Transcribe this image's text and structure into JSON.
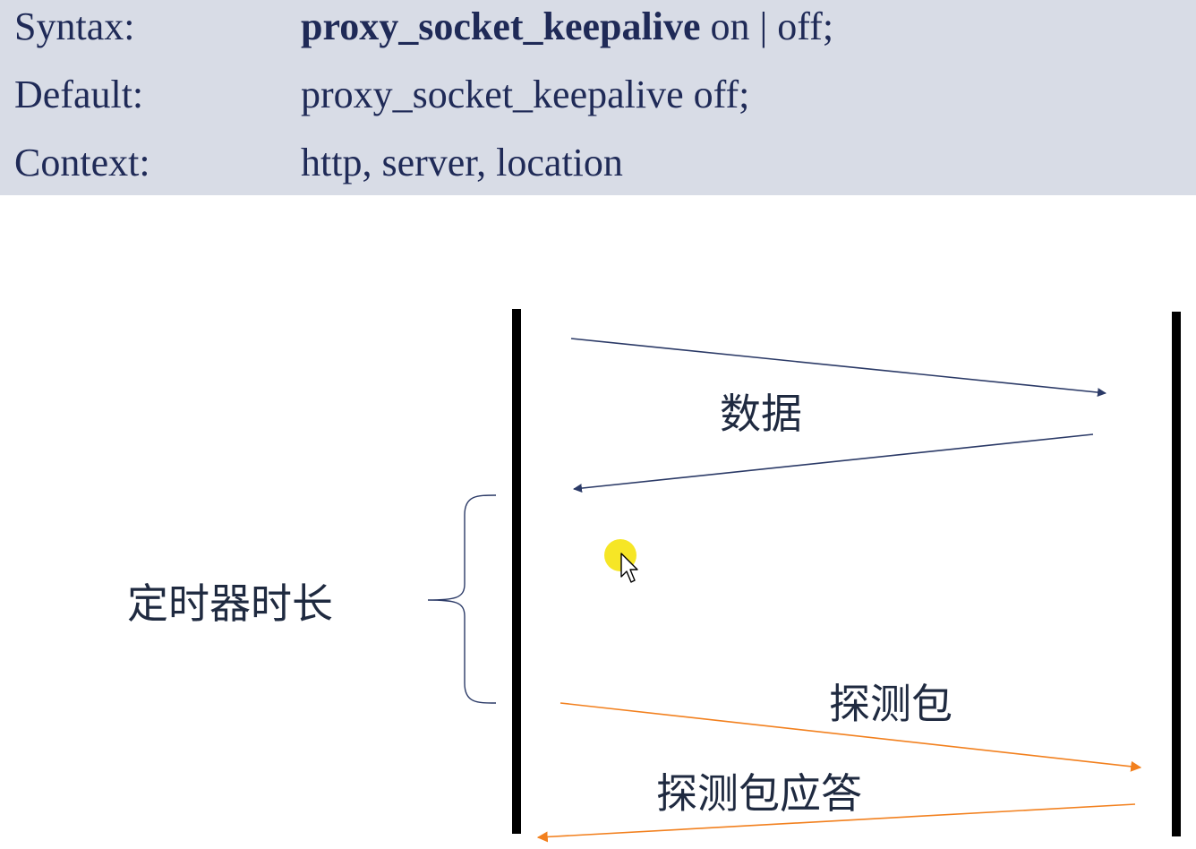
{
  "directive": {
    "syntax": {
      "label": "Syntax:",
      "name": "proxy_socket_keepalive",
      "args": " on | off;"
    },
    "default": {
      "label": "Default:",
      "value": "proxy_socket_keepalive off;"
    },
    "context": {
      "label": "Context:",
      "value": "http, server, location"
    }
  },
  "diagram": {
    "labels": {
      "data": "数据",
      "timer_duration": "定时器时长",
      "probe": "探测包",
      "probe_reply": "探测包应答"
    },
    "colors": {
      "data_arrows": "#2b3a67",
      "probe_arrows": "#f2801e",
      "lifelines": "#000000",
      "brace": "#2b3a67",
      "cursor_highlight": "#f5e200"
    }
  }
}
